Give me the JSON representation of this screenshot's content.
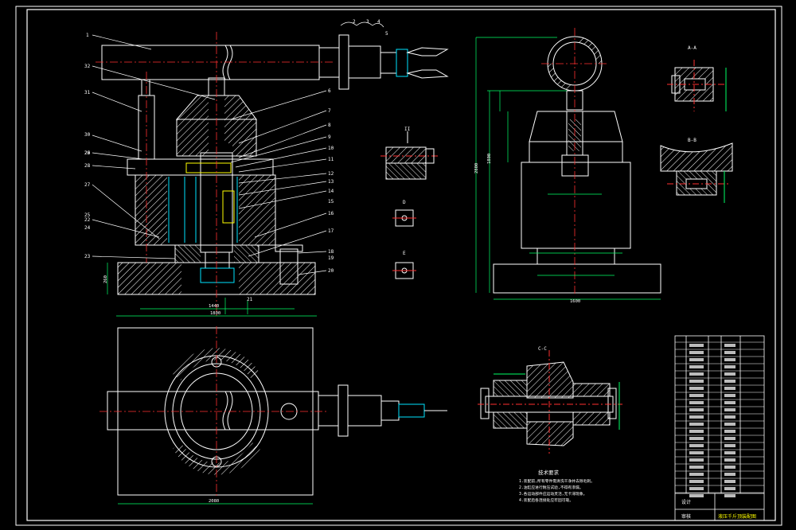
{
  "drawing": {
    "part_numbers": [
      "1",
      "2",
      "3",
      "4",
      "5",
      "6",
      "7",
      "8",
      "9",
      "10",
      "11",
      "12",
      "13",
      "14",
      "15",
      "16",
      "17",
      "18",
      "19",
      "20",
      "21",
      "22",
      "23",
      "24",
      "25",
      "26",
      "27",
      "28",
      "29",
      "30",
      "31",
      "32"
    ],
    "section_labels": {
      "a": "A-A",
      "b": "B-B",
      "c": "C-C",
      "d": "D",
      "e": "E",
      "ii": "II"
    },
    "dimensions": {
      "width_main": "1440",
      "total_main": "1800",
      "base_height": "260",
      "plan_width": "2080",
      "side_total": "1600",
      "side_h1": "2800",
      "side_h2": "1800"
    },
    "tech_req_title": "技术要求",
    "tech_req_lines": [
      "1.装配前,所有零件需清洗干净并去除毛刺。",
      "2.油缸应进行耐压试验,不得有渗漏。",
      "3.各运动部件应运动灵活,无卡滞现象。",
      "4.装配后各连接处应牢固可靠。"
    ],
    "title_block": {
      "name": "液压千斤顶装配图",
      "designer": "设计",
      "checker": "审核"
    },
    "colors": {
      "line": "#ffffff",
      "accent": "#ffff00",
      "center": "#ff3030",
      "dim": "#00ff66",
      "cyan": "#00e5ff",
      "hatch": "#ffffff"
    }
  }
}
